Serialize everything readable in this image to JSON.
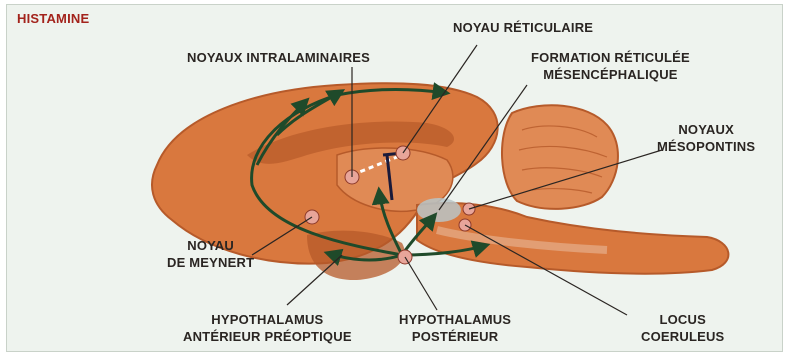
{
  "title": "HISTAMINE",
  "labels": {
    "noyau_reticulaire": "NOYAU RÉTICULAIRE",
    "noyaux_intralaminaires": "NOYAUX INTRALAMINAIRES",
    "formation_reticulee": [
      "FORMATION RÉTICULÉE",
      "MÉSENCÉPHALIQUE"
    ],
    "noyaux_mesopontins": [
      "NOYAUX",
      "MÉSOPONTINS"
    ],
    "noyau_meynert": [
      "NOYAU",
      "DE MEYNERT"
    ],
    "hypothalamus_anterieur": [
      "HYPOTHALAMUS",
      "ANTÉRIEUR PRÉOPTIQUE"
    ],
    "hypothalamus_posterieur": [
      "HYPOTHALAMUS",
      "POSTÉRIEUR"
    ],
    "locus_coeruleus": [
      "LOCUS",
      "COERULEUS"
    ]
  },
  "colors": {
    "title": "#a3231c",
    "brain": "#d9783e",
    "brain_dark": "#b65a2a",
    "cerebellum": "#e08a55",
    "pathway": "#1f4a2a",
    "nucleus": "#e8a59a",
    "background": "#eef3ee"
  }
}
